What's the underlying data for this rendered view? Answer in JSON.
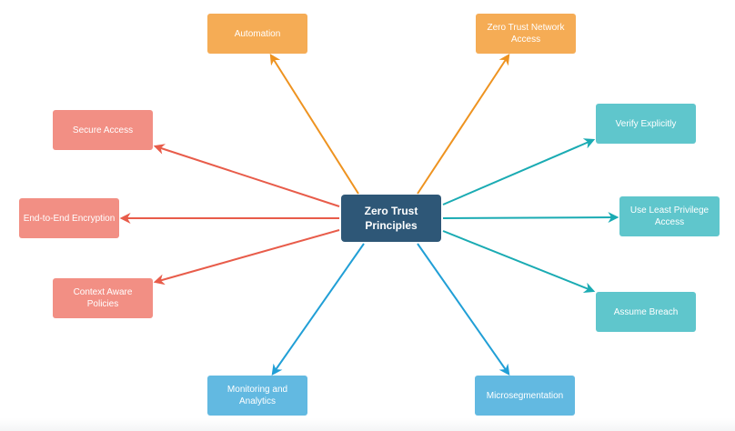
{
  "diagram": {
    "type": "mind-map",
    "center": {
      "id": "center",
      "label": "Zero Trust\nPrinciples",
      "color": "#2e5777"
    },
    "groups": {
      "orange": {
        "box_color": "#f5ac55",
        "edge_color": "#ee9320"
      },
      "red": {
        "box_color": "#f28f84",
        "edge_color": "#e85c4a"
      },
      "teal": {
        "box_color": "#5fc6cc",
        "edge_color": "#1aabb3"
      },
      "blue": {
        "box_color": "#62b9e1",
        "edge_color": "#219fd6"
      }
    },
    "nodes": [
      {
        "id": "automation",
        "label": "Automation",
        "group": "orange"
      },
      {
        "id": "ztna",
        "label": "Zero Trust Network\nAccess",
        "group": "orange"
      },
      {
        "id": "secure-access",
        "label": "Secure Access",
        "group": "red"
      },
      {
        "id": "e2e-encryption",
        "label": "End-to-End Encryption",
        "group": "red"
      },
      {
        "id": "context-aware",
        "label": "Context Aware\nPolicies",
        "group": "red"
      },
      {
        "id": "verify-explicitly",
        "label": "Verify Explicitly",
        "group": "teal"
      },
      {
        "id": "least-privilege",
        "label": "Use Least Privilege\nAccess",
        "group": "teal"
      },
      {
        "id": "assume-breach",
        "label": "Assume Breach",
        "group": "teal"
      },
      {
        "id": "monitoring",
        "label": "Monitoring and\nAnalytics",
        "group": "blue"
      },
      {
        "id": "microsegmentation",
        "label": "Microsegmentation",
        "group": "blue"
      }
    ],
    "edges": [
      {
        "from": "center",
        "to": "automation"
      },
      {
        "from": "center",
        "to": "ztna"
      },
      {
        "from": "center",
        "to": "secure-access"
      },
      {
        "from": "center",
        "to": "e2e-encryption"
      },
      {
        "from": "center",
        "to": "context-aware"
      },
      {
        "from": "center",
        "to": "verify-explicitly"
      },
      {
        "from": "center",
        "to": "least-privilege"
      },
      {
        "from": "center",
        "to": "assume-breach"
      },
      {
        "from": "center",
        "to": "monitoring"
      },
      {
        "from": "center",
        "to": "microsegmentation"
      }
    ]
  }
}
